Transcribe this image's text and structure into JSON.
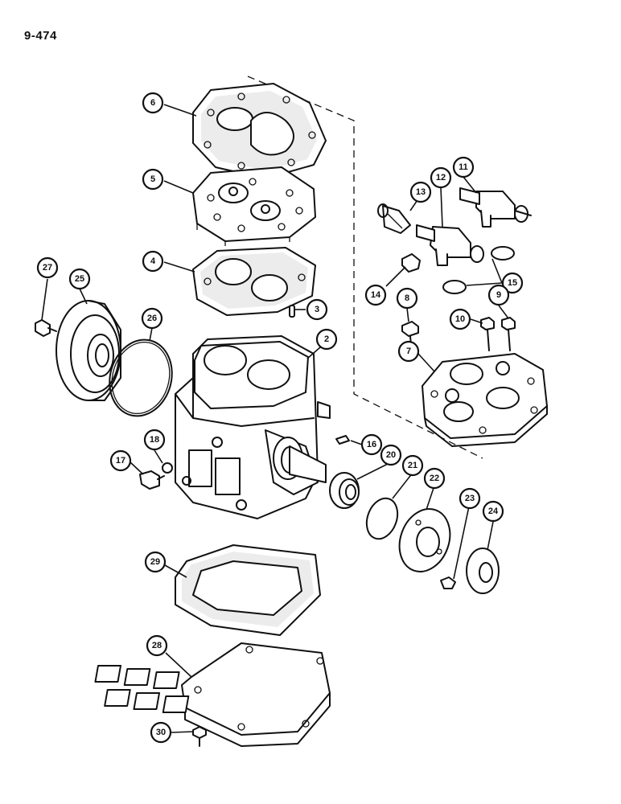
{
  "page": {
    "number": "9-474"
  },
  "callouts": [
    {
      "id": "6",
      "label": "6"
    },
    {
      "id": "5",
      "label": "5"
    },
    {
      "id": "4",
      "label": "4"
    },
    {
      "id": "3",
      "label": "3"
    },
    {
      "id": "2",
      "label": "2"
    },
    {
      "id": "27",
      "label": "27"
    },
    {
      "id": "25",
      "label": "25"
    },
    {
      "id": "26",
      "label": "26"
    },
    {
      "id": "18",
      "label": "18"
    },
    {
      "id": "17",
      "label": "17"
    },
    {
      "id": "16",
      "label": "16"
    },
    {
      "id": "20",
      "label": "20"
    },
    {
      "id": "21",
      "label": "21"
    },
    {
      "id": "22",
      "label": "22"
    },
    {
      "id": "23",
      "label": "23"
    },
    {
      "id": "24",
      "label": "24"
    },
    {
      "id": "29",
      "label": "29"
    },
    {
      "id": "28",
      "label": "28"
    },
    {
      "id": "30",
      "label": "30"
    },
    {
      "id": "11",
      "label": "11"
    },
    {
      "id": "12",
      "label": "12"
    },
    {
      "id": "13",
      "label": "13"
    },
    {
      "id": "14",
      "label": "14"
    },
    {
      "id": "15",
      "label": "15"
    },
    {
      "id": "8",
      "label": "8"
    },
    {
      "id": "9",
      "label": "9"
    },
    {
      "id": "10",
      "label": "10"
    },
    {
      "id": "7",
      "label": "7"
    }
  ]
}
